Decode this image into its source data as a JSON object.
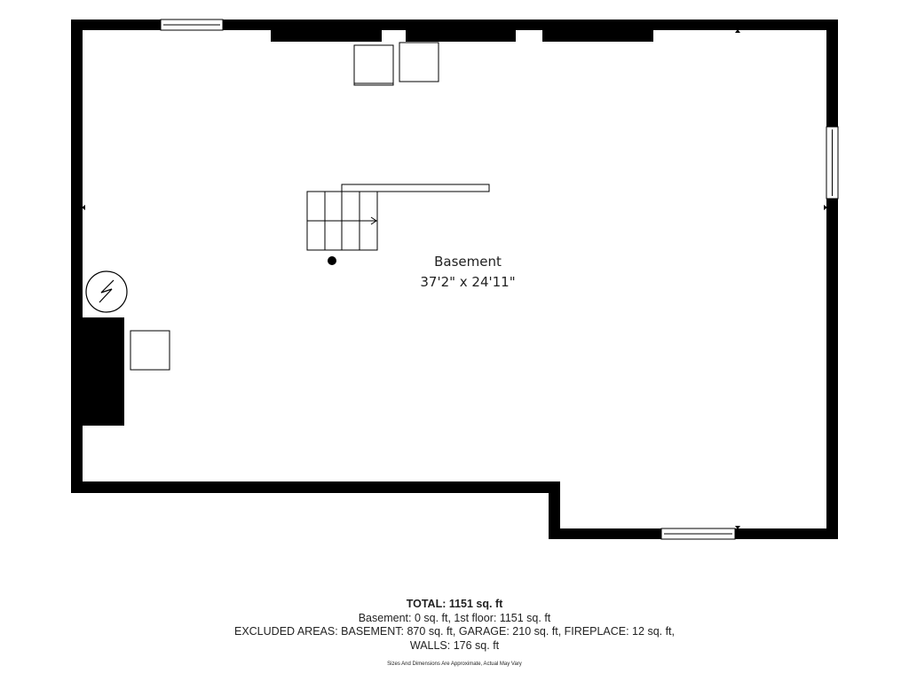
{
  "room": {
    "name": "Basement",
    "dimensions": "37'2\" x 24'11\""
  },
  "summary": {
    "total": "TOTAL: 1151 sq. ft",
    "line1": "Basement: 0 sq. ft, 1st floor: 1151 sq. ft",
    "line2": "EXCLUDED AREAS: BASEMENT: 870 sq. ft, GARAGE: 210 sq. ft, FIREPLACE: 12 sq. ft,",
    "line3": "WALLS: 176 sq. ft",
    "disclaimer": "Sizes And Dimensions Are Approximate, Actual May Vary"
  },
  "icons": {
    "electrical_panel": "electrical-panel-icon",
    "stairs": "stairs-icon"
  },
  "colors": {
    "wall": "#000000",
    "background": "#ffffff"
  }
}
